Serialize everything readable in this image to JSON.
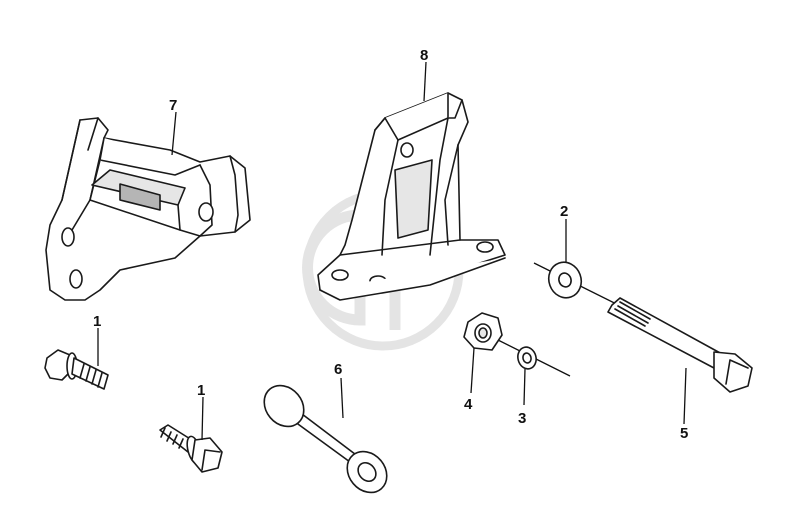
{
  "diagram": {
    "callouts": {
      "bolt_left_top": "1",
      "bolt_left_bottom": "1",
      "washer_large": "2",
      "washer_small": "3",
      "nut": "4",
      "long_bolt": "5",
      "spacer": "6",
      "bracket_left": "7",
      "bracket_right": "8"
    },
    "watermark_letters": "GP",
    "colors": {
      "line": "#1a1a1a",
      "fill": "#ffffff",
      "shade": "#e6e6e6",
      "dark_shade": "#b5b5b5",
      "watermark": "#d8d8d8"
    }
  }
}
